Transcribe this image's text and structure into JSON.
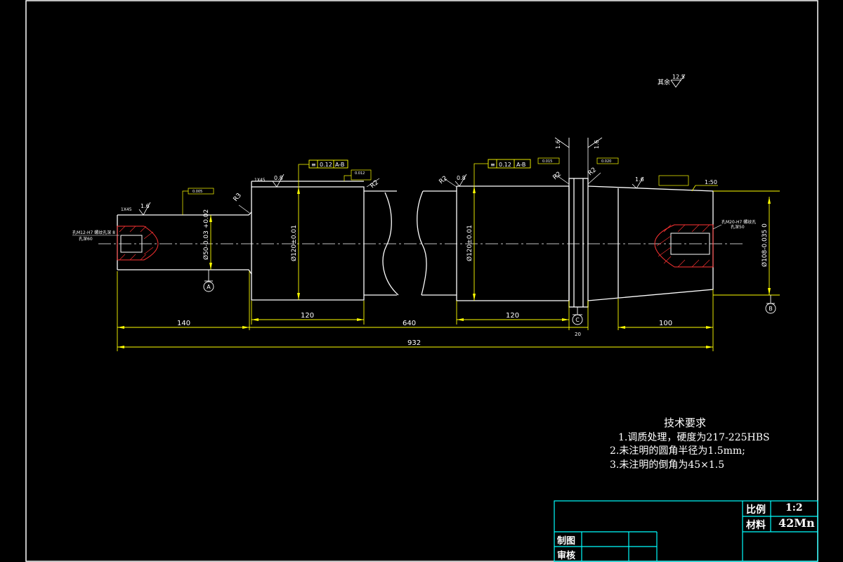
{
  "colors": {
    "background": "#000000",
    "frame": "#ffffff",
    "titleblock": "#00ffff",
    "dimension": "#ffff00",
    "geometry": "#ffffff"
  },
  "surface_finish_note": {
    "label": "其余",
    "value": "12.5"
  },
  "roughness_marks": [
    "1.6",
    "0.8",
    "0.8",
    "1.6",
    "1.6",
    "1.6"
  ],
  "radius_labels": [
    "R3",
    "R2",
    "R2",
    "R2",
    "R2"
  ],
  "chamfer_labels": [
    "1X45",
    "1X45"
  ],
  "tolerance_frames": [
    {
      "symbol": "≡",
      "value": "0.12",
      "datum": "A-B"
    },
    {
      "symbol": "≡",
      "value": "0.12",
      "datum": "A-B"
    }
  ],
  "small_frames": [
    "0.005",
    "0.012",
    "0.015",
    "0.020"
  ],
  "diameter_labels": [
    "Ø50-0.03 +0.02",
    "Ø120±0.01",
    "Ø120±0.01",
    "Ø108-0.035 0"
  ],
  "hole_notes": [
    "孔M12-H7 螺纹孔深 8",
    "孔深60",
    "孔M20-H7 螺纹孔",
    "孔深50"
  ],
  "taper_label": "1:50",
  "datum_labels": [
    "A",
    "B",
    "C"
  ],
  "dimensions": {
    "d140": "140",
    "d120a": "120",
    "d640": "640",
    "d120b": "120",
    "d100": "100",
    "d932": "932",
    "d20": "20"
  },
  "tech": {
    "title": "技术要求",
    "items": [
      "1.调质处理，硬度为217-225HBS",
      "2.未注明的圆角半径为1.5mm;",
      "3.未注明的倒角为45×1.5"
    ]
  },
  "titleblock": {
    "scale_label": "比例",
    "scale_value": "1:2",
    "material_label": "材料",
    "material_value": "42Mn",
    "drawn_label": "制图",
    "checked_label": "审核"
  }
}
